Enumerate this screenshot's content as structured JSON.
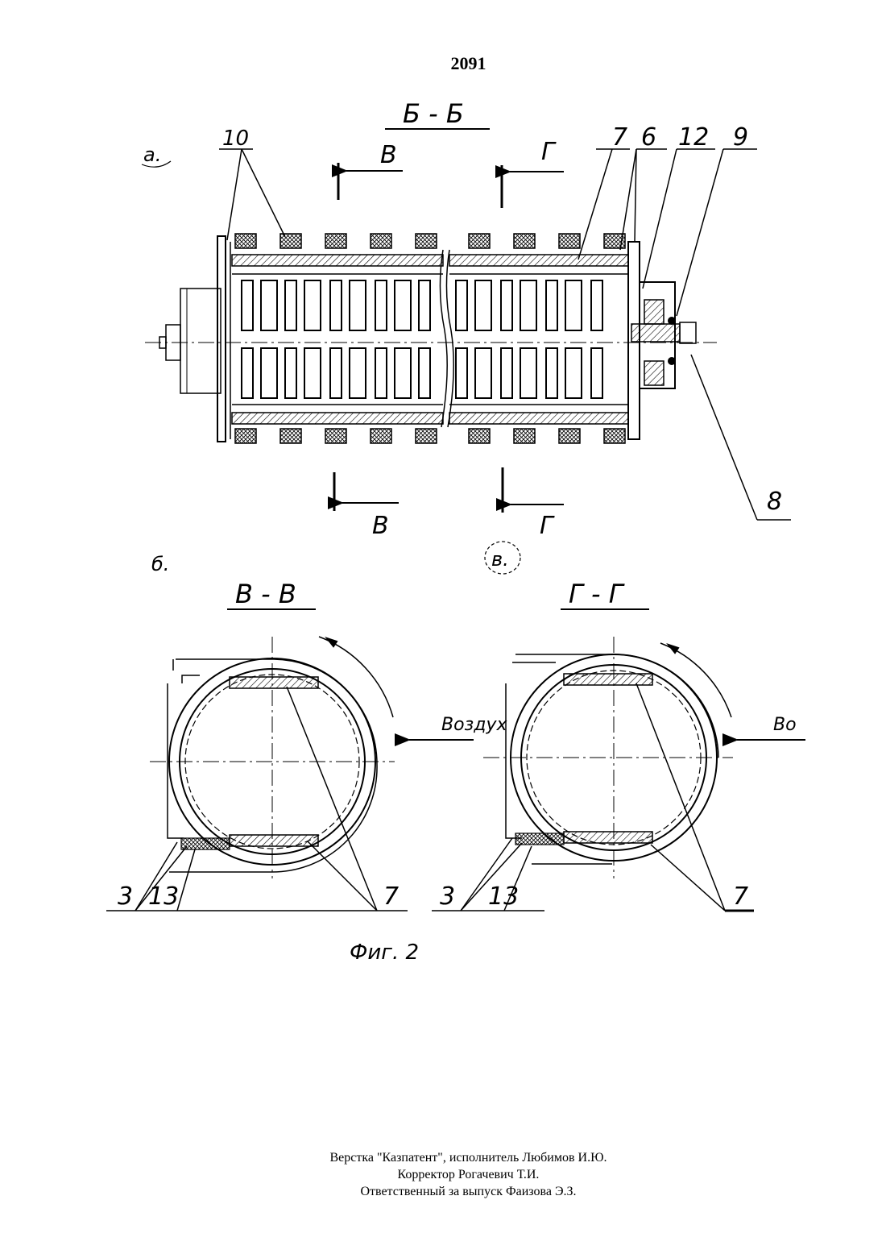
{
  "page_number": "2091",
  "figure": {
    "caption": "Фиг. 2",
    "view_a": {
      "marker": "а.",
      "section_title": "Б - Б",
      "cut_marks": [
        "В",
        "Г",
        "В",
        "Г"
      ],
      "part_labels": [
        "10",
        "7",
        "6",
        "12",
        "9",
        "8"
      ]
    },
    "view_b": {
      "marker": "б.",
      "section_title": "В - В",
      "flow_label": "Воздух",
      "part_labels": [
        "3",
        "13",
        "7"
      ]
    },
    "view_c": {
      "marker": "в.",
      "section_title": "Г - Г",
      "flow_label": "Во",
      "part_labels": [
        "3",
        "13",
        "7"
      ]
    }
  },
  "footer": {
    "line1": "Верстка \"Казпатент\", исполнитель Любимов И.Ю.",
    "line2": "Корректор Рогачевич Т.И.",
    "line3": "Ответственный за выпуск Фаизова Э.З."
  }
}
